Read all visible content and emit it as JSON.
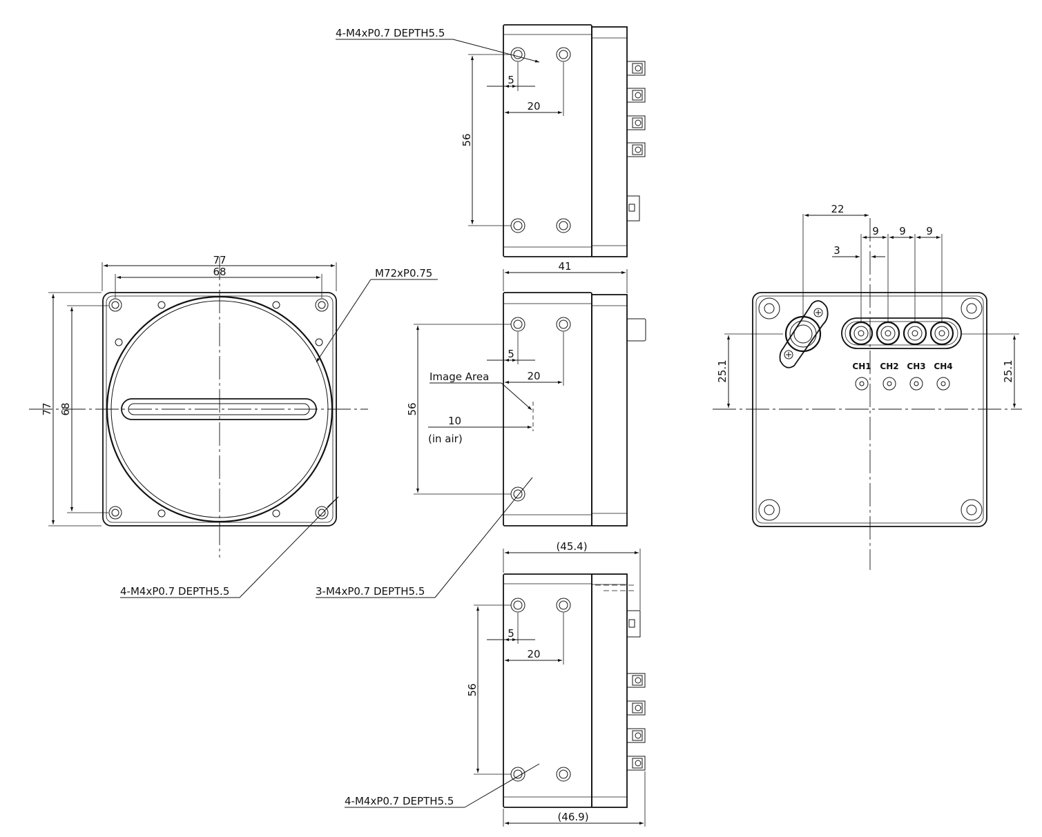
{
  "colors": {
    "line": "#111111",
    "background": "#ffffff"
  },
  "front_view": {
    "width_outer": "77",
    "width_inner": "68",
    "height_outer": "77",
    "height_inner": "68",
    "mount_thread": "M72xP0.75",
    "holes_note": "4-M4xP0.7 DEPTH5.5"
  },
  "top_view": {
    "holes_note": "4-M4xP0.7 DEPTH5.5",
    "dim_5": "5",
    "dim_20": "20",
    "dim_56": "56"
  },
  "side_view": {
    "length": "41",
    "dim_5": "5",
    "dim_20": "20",
    "dim_56": "56",
    "image_area_label": "Image Area",
    "image_area_distance": "10",
    "image_area_note": "(in air)",
    "holes_note": "3-M4xP0.7 DEPTH5.5"
  },
  "bottom_view": {
    "overall_top": "(45.4)",
    "overall_bottom": "(46.9)",
    "dim_5": "5",
    "dim_20": "20",
    "dim_56": "56",
    "holes_note": "4-M4xP0.7 DEPTH5.5"
  },
  "rear_view": {
    "dim_22": "22",
    "dim_3": "3",
    "pitch_1": "9",
    "pitch_2": "9",
    "pitch_3": "9",
    "height_left": "25.1",
    "height_right": "25.1",
    "channels": [
      "CH1",
      "CH2",
      "CH3",
      "CH4"
    ]
  }
}
